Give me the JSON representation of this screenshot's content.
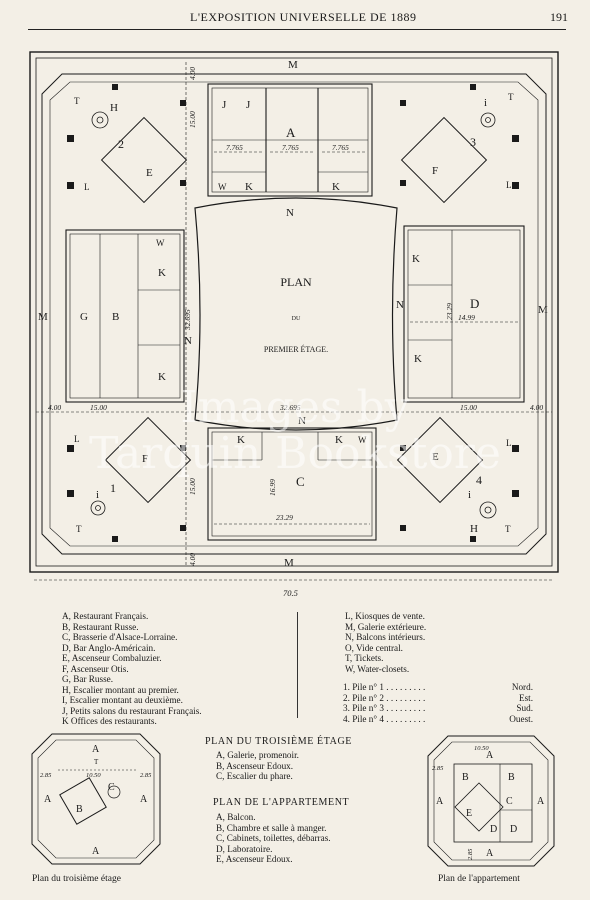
{
  "header": {
    "title": "L'EXPOSITION UNIVERSELLE DE 1889",
    "page": "191"
  },
  "plan": {
    "title": "PLAN",
    "du": "DU",
    "subtitle": "PREMIER ÉTAGE.",
    "corners": [
      "1",
      "2",
      "3",
      "4"
    ],
    "dims": {
      "d7765a": "7.765",
      "d7765b": "7.765",
      "d7765c": "7.765",
      "d1500a": "15.00",
      "d1500b": "15.00",
      "d1500c": "15.00",
      "d1500d": "15.00",
      "d400a": "4.00",
      "d400b": "4.00",
      "d400c": "4.00",
      "d400d": "4.00",
      "d32695a": "32.695",
      "d32695b": "32.695",
      "d2329a": "23.29",
      "d2329b": "23.29",
      "d1499a": "14.99",
      "d1499b": "16.99",
      "d70": "70.5"
    }
  },
  "legend_left": [
    "A, Restaurant Français.",
    "B, Restaurant Russe.",
    "C, Brasserie d'Alsace-Lorraine.",
    "D, Bar Anglo-Américain.",
    "E, Ascenseur Combaluzier.",
    "F, Ascenseur Otis.",
    "G, Bar Russe.",
    "H, Escalier montant au premier.",
    "I, Escalier montant au deuxième.",
    "J, Petits salons du restaurant Français.",
    "K Offices des restaurants."
  ],
  "legend_right": [
    "L, Kiosques de vente.",
    "M, Galerie extérieure.",
    "N, Balcons intérieurs.",
    "O, Vide central.",
    "T, Tickets.",
    "W, Water-closets."
  ],
  "piles": [
    {
      "label": "1. Pile n° 1 . . . . . . . . .",
      "dir": "Nord."
    },
    {
      "label": "2. Pile n° 2 . . . . . . . . .",
      "dir": "Est."
    },
    {
      "label": "3. Pile n° 3 . . . . . . . . .",
      "dir": "Sud."
    },
    {
      "label": "4. Pile n° 4 . . . . . . . . .",
      "dir": "Ouest."
    }
  ],
  "third_floor": {
    "heading": "PLAN DU TROISIÈME ÉTAGE",
    "items": [
      "A, Galerie, promenoir.",
      "B, Ascenseur Edoux.",
      "C, Escalier du phare."
    ],
    "caption": "Plan du troisième étage",
    "dims": {
      "a": "2.85",
      "b": "10.50",
      "c": "2.85"
    }
  },
  "apartment": {
    "heading": "PLAN DE L'APPARTEMENT",
    "items": [
      "A, Balcon.",
      "B, Chambre et salle à manger.",
      "C, Cabinets, toilettes, débarras.",
      "D, Laboratoire.",
      "E, Ascenseur Edoux."
    ],
    "caption": "Plan de l'appartement",
    "dims": {
      "a": "10.50",
      "b": "2.85",
      "c": "2.85"
    }
  },
  "watermark": {
    "line1": "Images by",
    "line2": "Tarquin Bookstore"
  }
}
